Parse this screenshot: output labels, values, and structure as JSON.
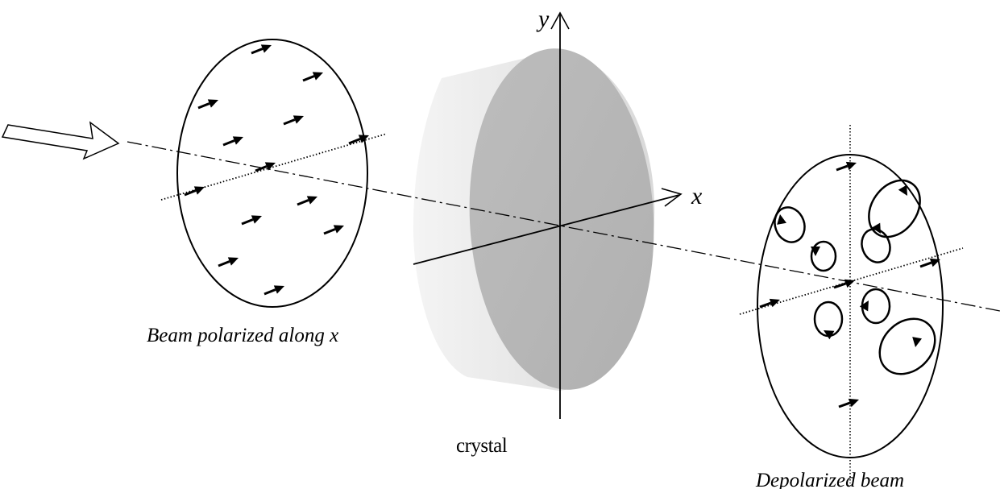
{
  "labels": {
    "axis_y": "y",
    "axis_x": "x",
    "input_beam": "Beam polarized along x",
    "crystal": "crystal",
    "output_beam": "Depolarized beam"
  },
  "colors": {
    "stroke": "#000000",
    "crystal_face": "#b9b9b9",
    "crystal_side_light": "#f2f2f2",
    "crystal_side_dark": "#dcdcdc"
  },
  "icons": {
    "incoming_arrow": "hollow-arrow-icon",
    "polarization_arrow": "polarization-arrow-icon",
    "elliptical_polarization": "polarization-ellipse-icon"
  }
}
